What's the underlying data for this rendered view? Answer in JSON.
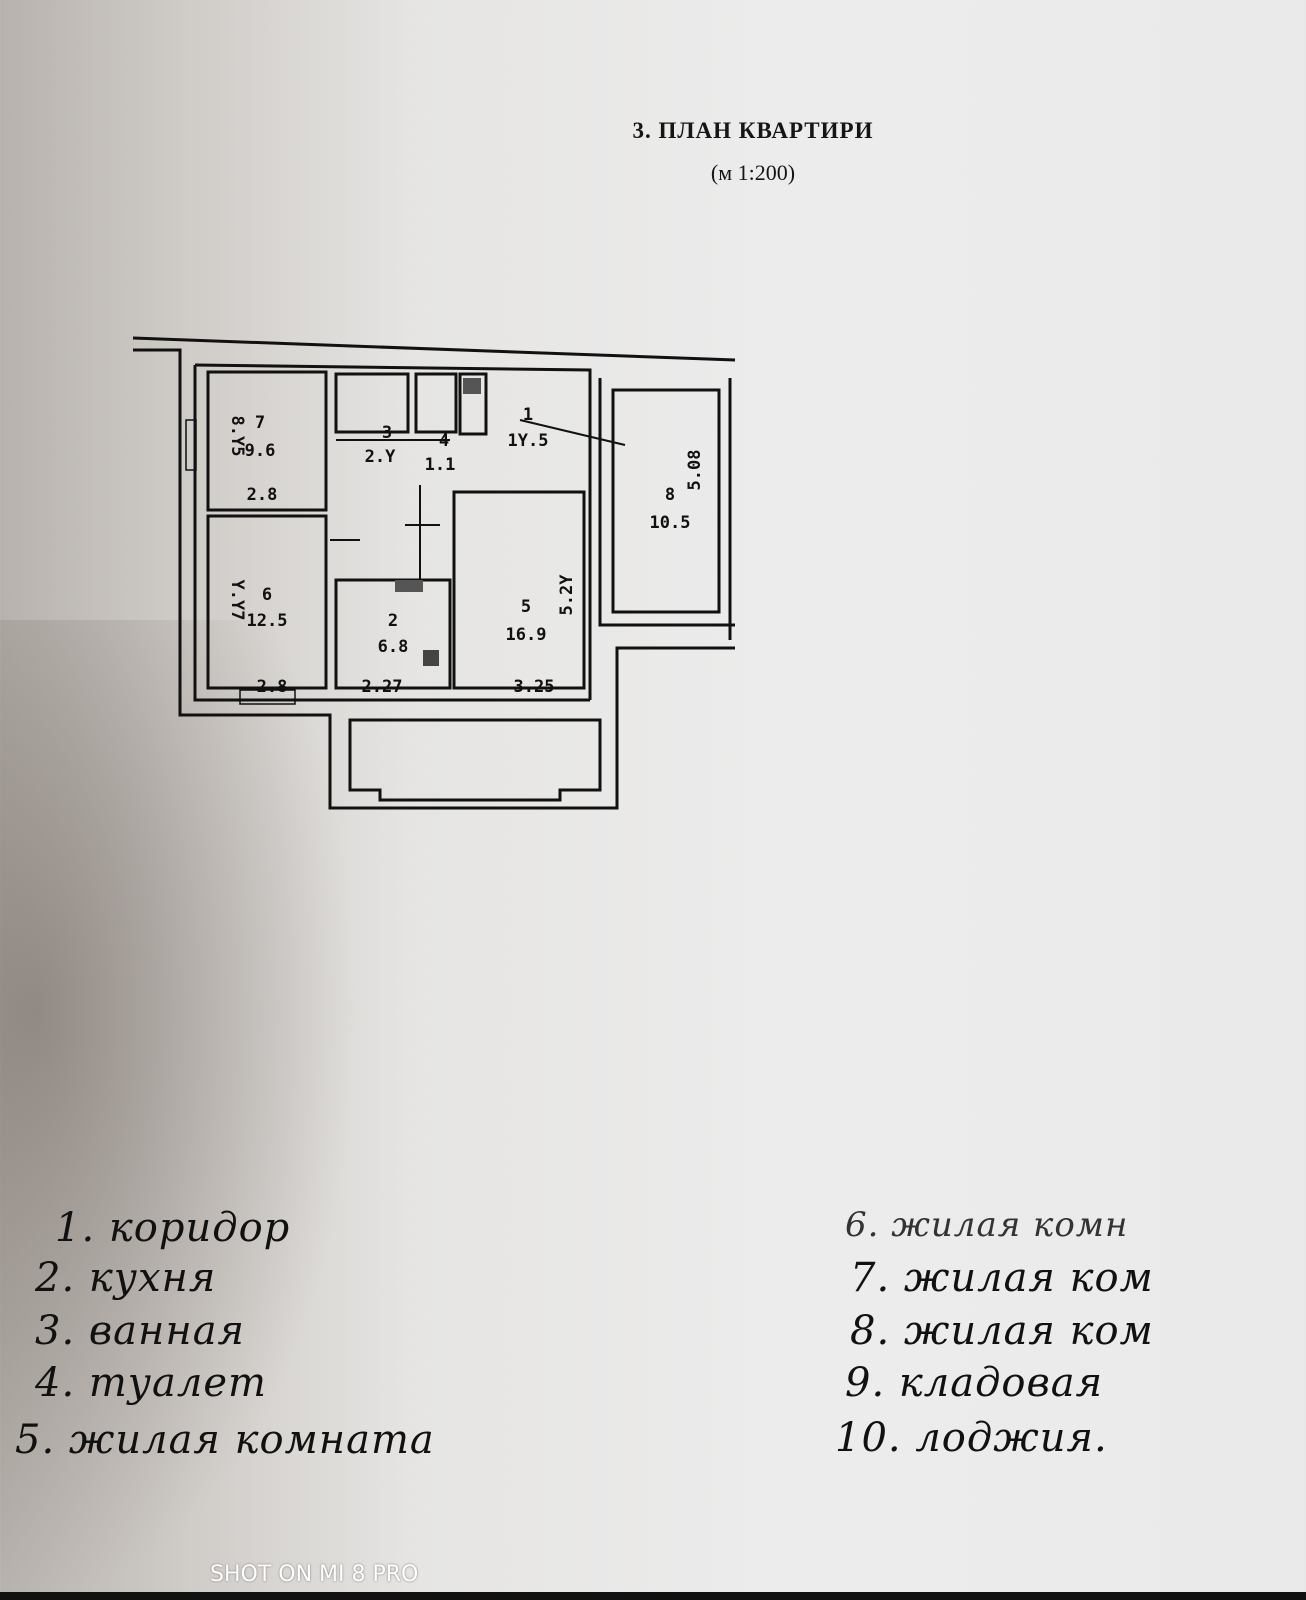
{
  "header": {
    "title": "3. ПЛАН КВАРТИРИ",
    "scale": "(м 1:200)"
  },
  "plan": {
    "rooms": [
      {
        "num": "1",
        "area": "1Y.5"
      },
      {
        "num": "2",
        "area": "6.8"
      },
      {
        "num": "3",
        "area": "2.Y"
      },
      {
        "num": "4",
        "area": "1.1"
      },
      {
        "num": "5",
        "area": "16.9"
      },
      {
        "num": "6",
        "area": "12.5"
      },
      {
        "num": "7",
        "area": "9.6"
      },
      {
        "num": "8",
        "area": "10.5"
      }
    ],
    "dims": {
      "r7_side": "8.Y5",
      "r7_width": "2.8",
      "r6_side": "Y.Y7",
      "r6_width": "2.8",
      "r2_width": "2.27",
      "r5_side": "5.2Y",
      "r5_width": "3.25",
      "r8_side": "5.08"
    }
  },
  "legend": {
    "left": [
      "1. коридор",
      "2. кухня",
      "3. ванная",
      "4. туалет",
      "5. жилая комната"
    ],
    "right": [
      "6. жилая комн",
      "7. жилая ком",
      "8. жилая ком",
      "9. кладовая",
      "10. лоджия."
    ]
  },
  "watermark": "SHOT ON MI 8 PRO"
}
